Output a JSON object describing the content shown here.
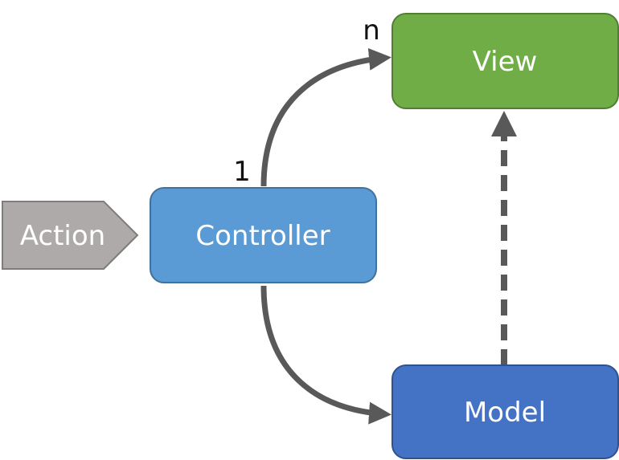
{
  "nodes": {
    "action": {
      "label": "Action",
      "fill": "#aeaaaa",
      "stroke": "#7f7c7c"
    },
    "controller": {
      "label": "Controller",
      "fill": "#5b9bd5",
      "stroke": "#41719c"
    },
    "view": {
      "label": "View",
      "fill": "#70ad47",
      "stroke": "#507e32"
    },
    "model": {
      "label": "Model",
      "fill": "#4472c4",
      "stroke": "#2f528f"
    }
  },
  "edges": {
    "controller_to_view": {
      "from": "controller",
      "to": "view",
      "style": "solid",
      "source_multiplicity": "1",
      "target_multiplicity": "n"
    },
    "controller_to_model": {
      "from": "controller",
      "to": "model",
      "style": "solid"
    },
    "model_to_view": {
      "from": "model",
      "to": "view",
      "style": "dashed"
    }
  },
  "colors": {
    "connector": "#595959"
  }
}
